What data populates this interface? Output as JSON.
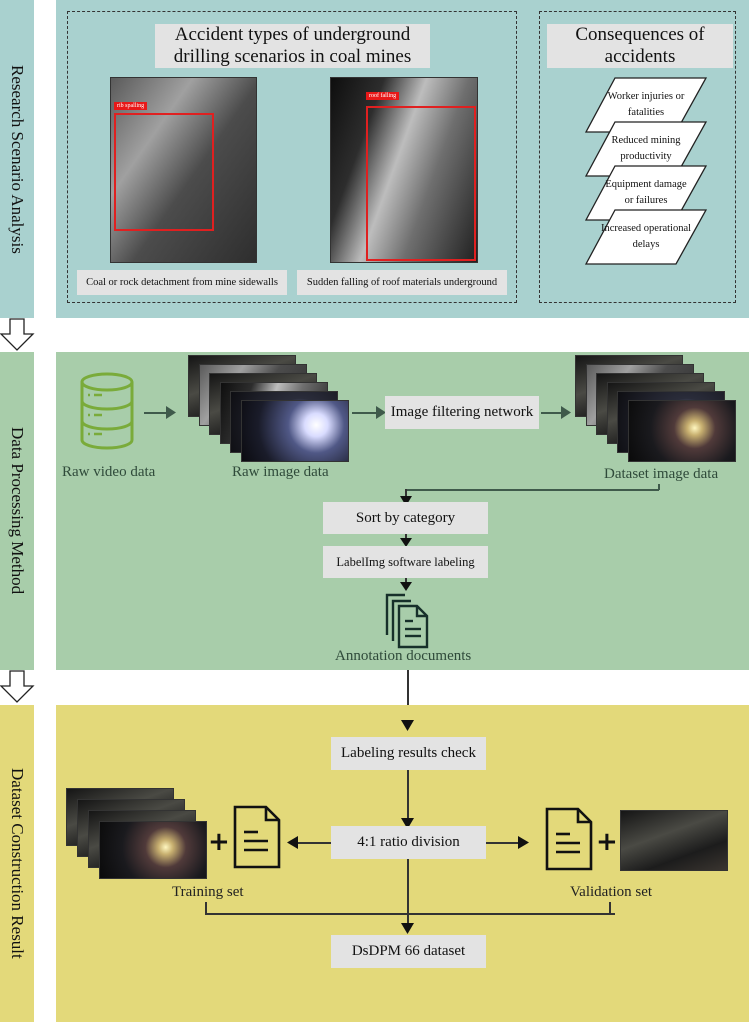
{
  "stages": [
    {
      "id": "research",
      "label": "Research Scenario Analysis",
      "color": "#a9d1cf"
    },
    {
      "id": "processing",
      "label": "Data Processing Method",
      "color": "#a8cdaa"
    },
    {
      "id": "construction",
      "label": "Dataset Construction Result",
      "color": "#e3d97a"
    }
  ],
  "research": {
    "accident_types": {
      "title_line1": "Accident types of underground",
      "title_line2": "drilling scenarios in coal mines",
      "examples": [
        {
          "tag": "rib spalling",
          "caption": "Coal or rock detachment from mine sidewalls"
        },
        {
          "tag": "roof falling",
          "caption": "Sudden falling of roof materials underground"
        }
      ]
    },
    "consequences": {
      "title_line1": "Consequences of",
      "title_line2": "accidents",
      "items": [
        {
          "line1": "Worker injuries or",
          "line2": "fatalities"
        },
        {
          "line1": "Reduced mining",
          "line2": "productivity"
        },
        {
          "line1": "Equipment damage",
          "line2": "or failures"
        },
        {
          "line1": "Increased operational",
          "line2": "delays"
        }
      ]
    }
  },
  "processing": {
    "raw_video_label": "Raw video data",
    "raw_image_label": "Raw image data",
    "filter_label": "Image filtering network",
    "dataset_image_label": "Dataset image data",
    "sort_label": "Sort by category",
    "labeling_label": "LabelImg software labeling",
    "annotation_label": "Annotation documents",
    "icon_color": "#7aab3a"
  },
  "construction": {
    "check_label": "Labeling results check",
    "division_label": "4:1 ratio division",
    "training_label": "Training set",
    "validation_label": "Validation set",
    "dataset_label": "DsDPM 66 dataset",
    "plus_symbol": "+"
  },
  "icons": {
    "database": "database-icon",
    "document": "document-icon",
    "documents_stack": "documents-stack-icon",
    "stage_arrow": "hollow-down-arrow-icon"
  }
}
